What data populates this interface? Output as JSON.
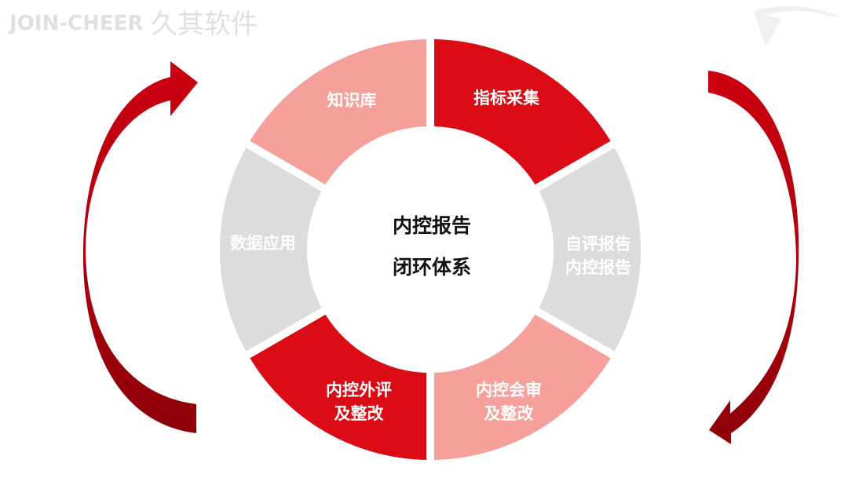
{
  "center": {
    "line1": "内控报告",
    "line2": "闭环体系"
  },
  "segments": [
    {
      "id": "knowledge-base",
      "lines": [
        "知识库"
      ],
      "color": "#f6a09c"
    },
    {
      "id": "indicator-collection",
      "lines": [
        "指标采集"
      ],
      "color": "#da0b14"
    },
    {
      "id": "self-eval-report",
      "lines": [
        "自评报告",
        "内控报告"
      ],
      "color": "#dcdcdc"
    },
    {
      "id": "audit-rectify",
      "lines": [
        "内控会审",
        "及整改"
      ],
      "color": "#f6a09c"
    },
    {
      "id": "external-eval-rectify",
      "lines": [
        "内控外评",
        "及整改"
      ],
      "color": "#da0b14"
    },
    {
      "id": "data-application",
      "lines": [
        "数据应用"
      ],
      "color": "#dcdcdc"
    }
  ],
  "arrow_color": "#b3000c",
  "watermark": {
    "text_en": "JOIN-CHEER",
    "text_cn": "久其软件"
  }
}
